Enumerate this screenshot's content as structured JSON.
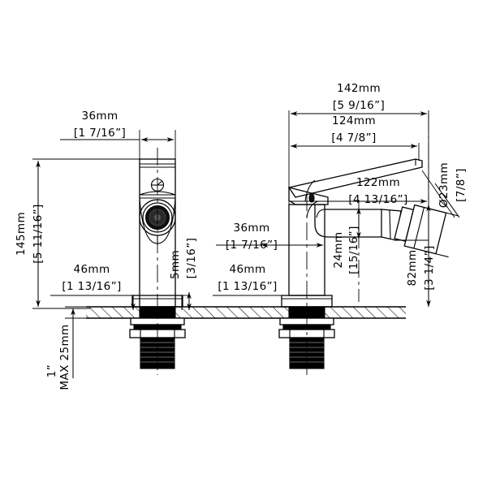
{
  "drawing": {
    "title": "Bidet faucet dimensional drawing",
    "type": "technical-dimension-drawing",
    "line_color": "#000000",
    "background_color": "#ffffff",
    "views": [
      {
        "name": "front-view",
        "subject": "single-hole bidet mixer, front elevation"
      },
      {
        "name": "side-view",
        "subject": "single-hole bidet mixer, side elevation with swivel spray head"
      }
    ]
  },
  "dimensions": {
    "front_width": {
      "mm": "36mm",
      "inch": "[1  7/16”]"
    },
    "front_height": {
      "mm": "145mm",
      "inch": "[5  11/16”]"
    },
    "front_base_width": {
      "mm": "46mm",
      "inch": "[1  13/16”]"
    },
    "front_base_height": {
      "mm": "5mm",
      "inch": "[3/16”]"
    },
    "side_overall_length": {
      "mm": "142mm",
      "inch": "[5  9/16”]"
    },
    "side_lever_length": {
      "mm": "124mm",
      "inch": "[4  7/8”]"
    },
    "side_spout_length": {
      "mm": "122mm",
      "inch": "[4  13/16”]"
    },
    "side_body_width": {
      "mm": "36mm",
      "inch": "[1  7/16”]"
    },
    "side_base_width": {
      "mm": "46mm",
      "inch": "[1  13/16”]"
    },
    "side_spout_height": {
      "mm": "24mm",
      "inch": "[15/16”]"
    },
    "spray_head_diameter": {
      "mm": "Ø23mm",
      "inch": "[7/8”]"
    },
    "spray_head_height": {
      "mm": "82mm",
      "inch": "[3  1/4”]"
    },
    "max_deck_thickness": {
      "mm": "MAX  25mm",
      "inch": "1”"
    }
  }
}
